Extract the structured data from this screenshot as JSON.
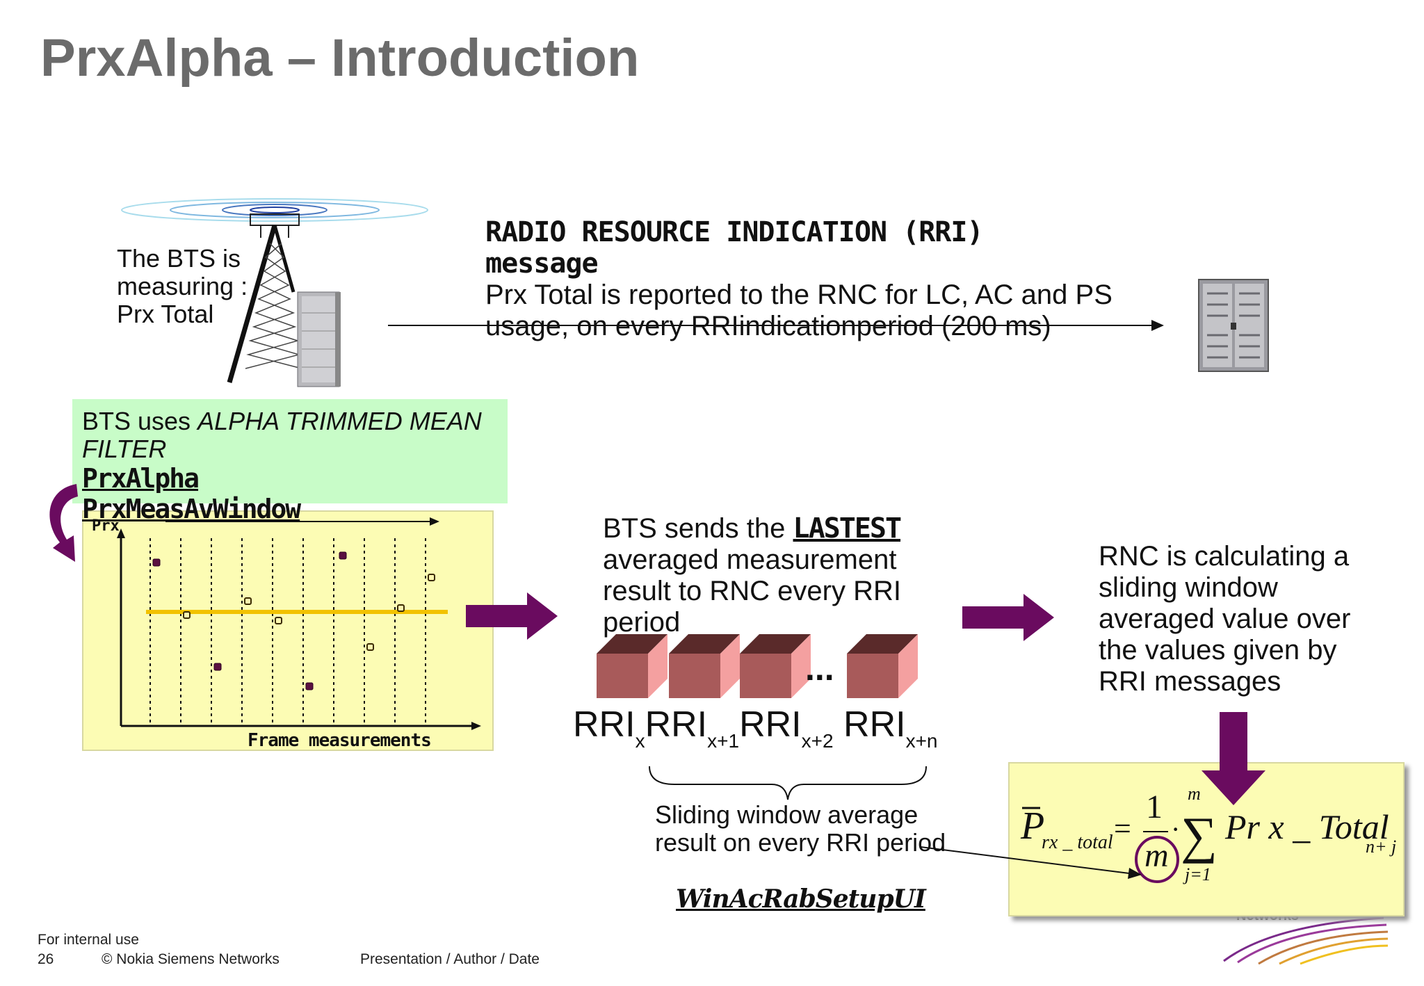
{
  "slide": {
    "title": "PrxAlpha – Introduction"
  },
  "bts": {
    "label": "The BTS is measuring : Prx Total"
  },
  "rri_message": {
    "title": "RADIO RESOURCE INDICATION (RRI)",
    "title_line2": "message",
    "body": "Prx Total is reported to the RNC for LC, AC and PS usage, on every RRIindicationperiod (200 ms)"
  },
  "filter_box": {
    "text_prefix": "BTS uses ",
    "text_italic": "ALPHA TRIMMED MEAN FILTER",
    "param1": "PrxAlpha",
    "param2": "PrxMeasAvWindow"
  },
  "measurement_chart": {
    "ylabel": "Prx",
    "xlabel": "Frame measurements"
  },
  "bts_sends": {
    "prefix": "BTS sends the ",
    "emphasis": "LASTEST",
    "suffix": " averaged measurement result to RNC every RRI period"
  },
  "rnc_calc": {
    "text": "RNC is calculating a sliding window averaged value over the values given by RRI messages"
  },
  "rri_sequence": {
    "base": "RRI",
    "subs": [
      "x",
      "x+1",
      "x+2",
      "x+n"
    ],
    "ellipsis": "..."
  },
  "sliding_window": {
    "text": "Sliding window average result on every RRI period",
    "param": "WinAcRabSetupUI"
  },
  "formula": {
    "lhs_base": "P",
    "lhs_sub": "rx _ total",
    "equals": "=",
    "numerator": "1",
    "denominator": "m",
    "dot": "·",
    "sigma": "∑",
    "upper": "m",
    "lower": "j=1",
    "term": "Pr x _ Total",
    "term_sub": "n+ j"
  },
  "logo": {
    "text": "Networks"
  },
  "footer": {
    "internal": "For internal use",
    "page": "26",
    "copyright": "© Nokia Siemens Networks",
    "presentation": "Presentation / Author / Date"
  },
  "colors": {
    "title_gray": "#6b6b6b",
    "arrow_purple": "#6a0b5f",
    "green_box": "#c8fcc8",
    "yellow_box": "#fcfcb4",
    "cube_front": "#a85a5a",
    "cube_top": "#5a2a2a",
    "cube_side": "#f4a0a0",
    "trim_line": "#f2c200"
  }
}
